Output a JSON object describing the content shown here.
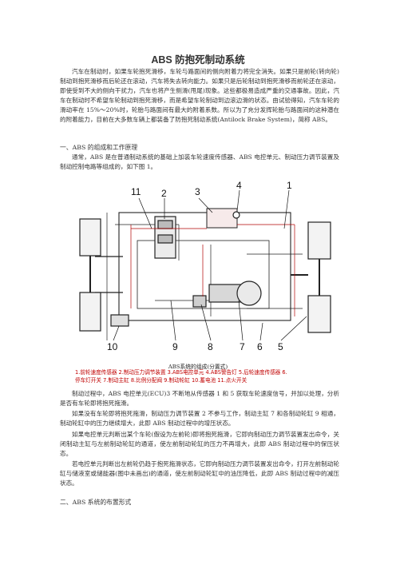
{
  "document": {
    "title": "ABS 防抱死制动系统",
    "intro": "汽车在制动时，如果车轮抱死滑移，车轮与路面间的侧向附着力将完全消失。如果只是前轮(转向轮)制动到抱死滑移而后轮还在滚动，汽车将失去转向能力。如果只是后轮制动到抱死滑移而前轮还在滚动，即使受到不大的侧向干扰力，汽车也将产生侧滑(甩尾)现象。这些都极易造成严重的交通事故。因此，汽车在制动时不希望车轮制动到抱死滑移，而是希望车轮制动到边滚边滑的状态。由试验得知，汽车车轮的滑动率在 15%～20%时，轮胎与路面间有最大的附着系数。所以为了充分发挥轮胎与路面间的这种潜在的附着能力，目前在大多数车辆上都装备了防抱死制动系统(Antilock Brake System)，简称 ABS。",
    "section1_heading": "一、ABS 的组成和工作原理",
    "section1_para": "通常，ABS 是在普通制动系统的基础上加装车轮速度传感器、ABS 电控单元、制动压力调节装置及制动控制电路等组成的，如下图 1。",
    "figure": {
      "caption_title": "ABS系统的组成(分置式)",
      "legend_line1": "1.前轮速度传感器 2.制动压力调节装置 3.ABS电控单元 4.ABS警告灯 5.后轮速度传感器 6.",
      "legend_line2": "停车灯开关 7.制动主缸 8.比例分配阀 9.制动轮缸 10.蓄电池 11.点火开关",
      "callouts": [
        "11",
        "2",
        "3",
        "4",
        "1",
        "10",
        "9",
        "8",
        "7",
        "6",
        "5"
      ]
    },
    "after_paras": [
      "制动过程中，ABS 电控单元(ECU)3 不断地从传感器 1 和 5 获取车轮速度信号，并加以处理，分析是否有车轮即将抱死拖滑。",
      "如果没有车轮即将抱死拖滑，制动压力调节装置 2 不参与工作，制动主缸 7 和各制动轮缸 9 相通，制动轮缸中的压力继续增大，此即 ABS 制动过程中的增压状态。",
      "如果电控单元判断出某个车轮(假设为左前轮)即将抱死拖滑，它即向制动压力调节装置发出命令，关闭制动主缸与左前制动轮缸的通道，使左前制动轮缸的压力不再增大，此即 ABS 制动过程中的保压状态。",
      "若电控单元判断出左前轮仍趋于抱死拖滑状态，它即向制动压力调节装置发出命令，打开左前制动轮缸与储液室或储能器(图中未画出)的通道，使左前制动轮缸中的油压降低，此即 ABS 制动过程中的减压状态。"
    ],
    "section2_heading": "二、ABS 系统的布置形式"
  }
}
